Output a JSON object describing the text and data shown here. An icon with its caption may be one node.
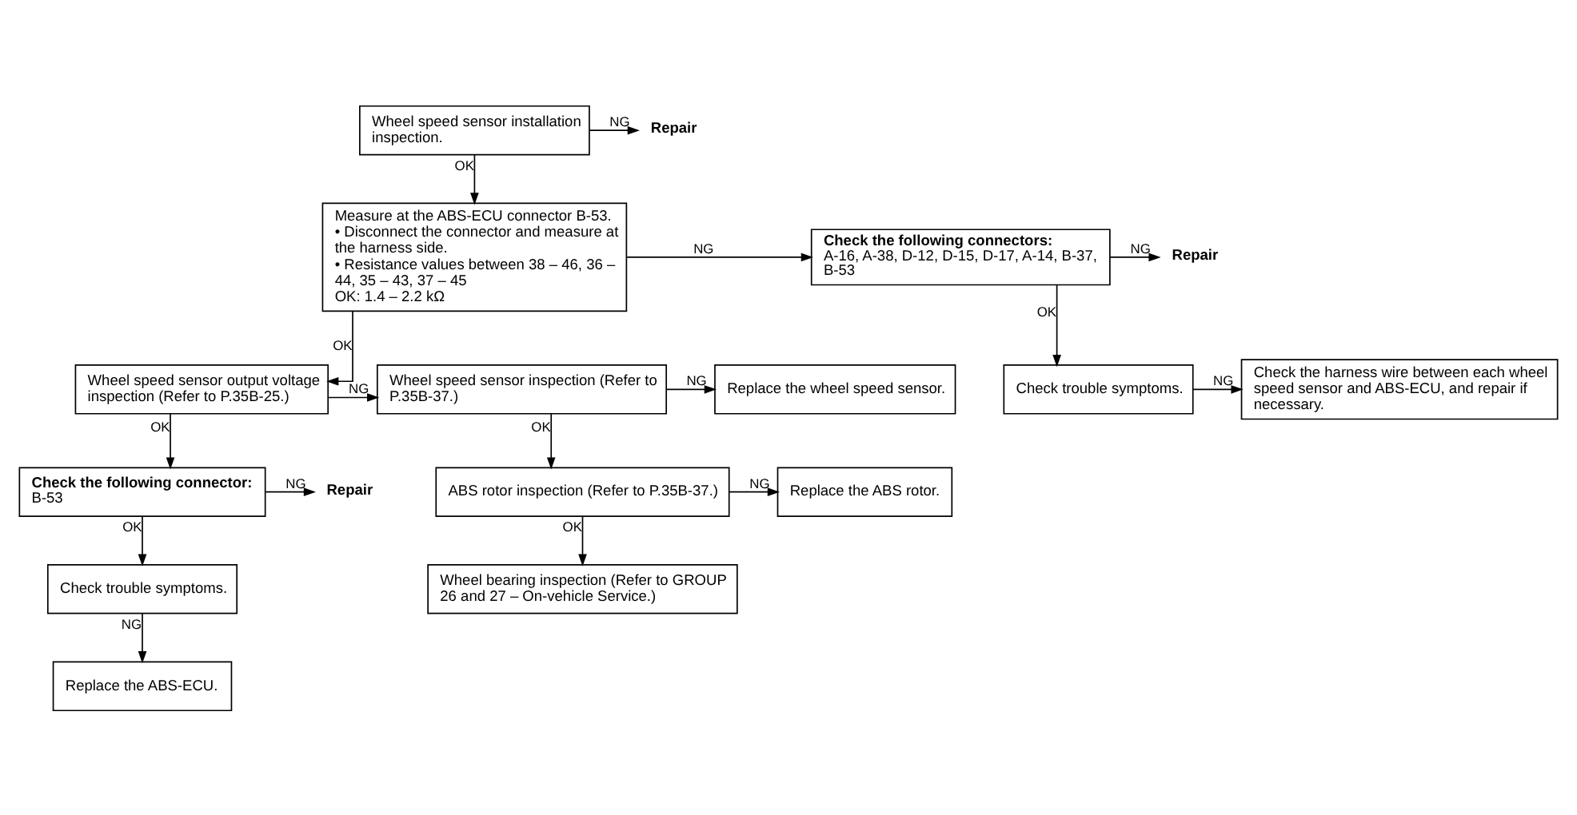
{
  "diagram": {
    "nodes": [
      {
        "text": [
          "Wheel speed sensor installation inspection."
        ]
      },
      {
        "text": [
          "Repair"
        ]
      },
      {
        "text": [
          "Measure at the ABS-ECU connector B-53.",
          "• Disconnect the connector and measure at the harness side.",
          "• Resistance values between 38 – 46, 36 – 44, 35 – 43, 37 – 45",
          "OK: 1.4 – 2.2 kΩ"
        ]
      },
      {
        "text": [
          "Check the following connectors:",
          "A-16, A-38, D-12, D-15, D-17, A-14, B-37, B-53"
        ]
      },
      {
        "text": [
          "Repair"
        ]
      },
      {
        "text": [
          "Check trouble symptoms."
        ]
      },
      {
        "text": [
          "Check the harness wire between each wheel speed sensor and ABS-ECU, and repair if necessary."
        ]
      },
      {
        "text": [
          "Wheel speed sensor output voltage inspection (Refer to P.35B-25.)"
        ]
      },
      {
        "text": [
          "Wheel speed sensor inspection (Refer to P.35B-37.)"
        ]
      },
      {
        "text": [
          "Replace the wheel speed sensor."
        ]
      },
      {
        "text": [
          "ABS rotor inspection (Refer to P.35B-37.)"
        ]
      },
      {
        "text": [
          "Replace the ABS rotor."
        ]
      },
      {
        "text": [
          "Check the following connector:",
          "B-53"
        ]
      },
      {
        "text": [
          "Repair"
        ]
      },
      {
        "text": [
          "Wheel bearing inspection (Refer to GROUP 26 and 27 – On-vehicle Service.)"
        ]
      },
      {
        "text": [
          "Check trouble symptoms."
        ]
      },
      {
        "text": [
          "Replace the ABS-ECU."
        ]
      }
    ],
    "edges": [
      {
        "from": 0,
        "to": 1,
        "arrow": "to",
        "label": "NG"
      },
      {
        "from": 0,
        "to": 2,
        "arrow": "to",
        "label": "OK"
      },
      {
        "from": 2,
        "to": 3,
        "arrow": "to",
        "label": "NG"
      },
      {
        "from": 2,
        "to": 7,
        "arrow": "to",
        "label": "OK"
      },
      {
        "from": 3,
        "to": 4,
        "arrow": "to",
        "label": "NG"
      },
      {
        "from": 3,
        "to": 5,
        "arrow": "to",
        "label": "OK"
      },
      {
        "from": 5,
        "to": 6,
        "arrow": "to",
        "label": "NG"
      },
      {
        "from": 7,
        "to": 8,
        "arrow": "to",
        "label": "NG"
      },
      {
        "from": 7,
        "to": 12,
        "arrow": "to",
        "label": "OK"
      },
      {
        "from": 8,
        "to": 9,
        "arrow": "to",
        "label": "NG"
      },
      {
        "from": 8,
        "to": 10,
        "arrow": "to",
        "label": "OK"
      },
      {
        "from": 10,
        "to": 11,
        "arrow": "to",
        "label": "NG"
      },
      {
        "from": 10,
        "to": 14,
        "arrow": "to",
        "label": "OK"
      },
      {
        "from": 12,
        "to": 13,
        "arrow": "to",
        "label": "NG"
      },
      {
        "from": 12,
        "to": 15,
        "arrow": "to",
        "label": "OK"
      },
      {
        "from": 15,
        "to": 16,
        "arrow": "to",
        "label": "NG"
      }
    ]
  }
}
